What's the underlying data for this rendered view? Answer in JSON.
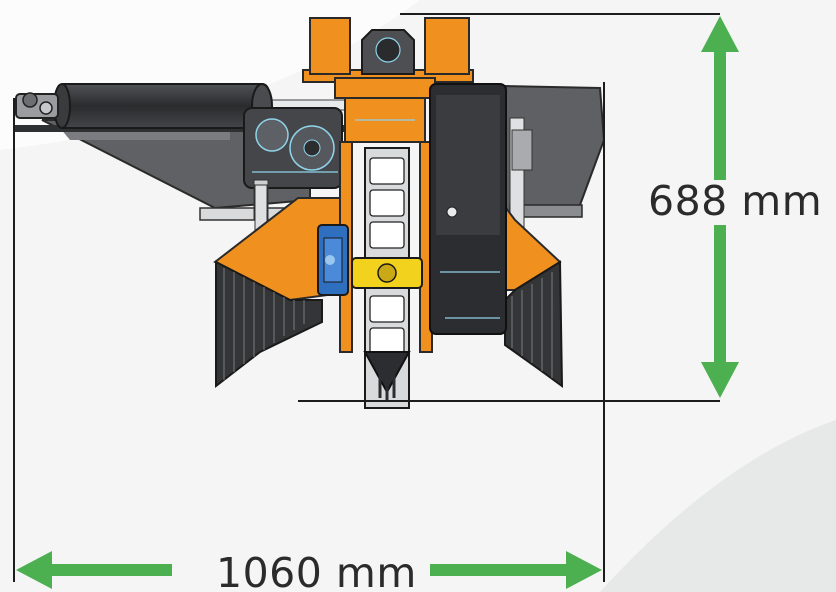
{
  "dimensions": {
    "height": {
      "label": "688 mm",
      "value": 688,
      "unit": "mm"
    },
    "width": {
      "label": "1060 mm",
      "value": 1060,
      "unit": "mm"
    }
  },
  "colors": {
    "background": "#f4f5f4",
    "machine_orange": "#f0901e",
    "machine_dark": "#3a3b3d",
    "machine_gray": "#6c6e71",
    "machine_light": "#e9eaec",
    "dimension_arrow": "#4caf50",
    "dimension_line": "#1c1c1c"
  },
  "icons": {
    "machine": "trencher-machine-drawing",
    "arrow": "double-headed-arrow"
  }
}
